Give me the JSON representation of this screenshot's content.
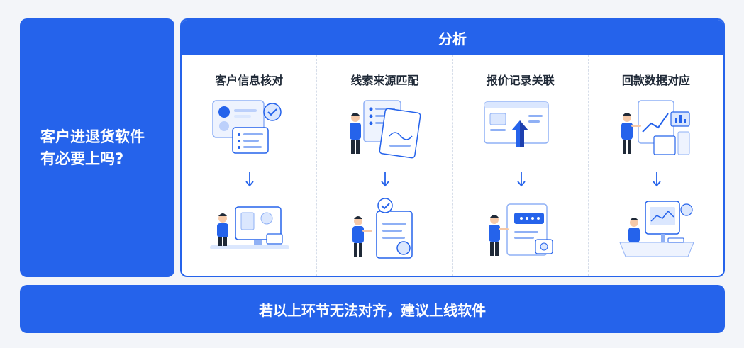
{
  "left_panel": {
    "title_line1": "客户进退货软件",
    "title_line2": "有必要上吗?"
  },
  "analysis": {
    "header": "分析",
    "columns": [
      {
        "title": "客户信息核对",
        "top_icon": "profile-cards-icon",
        "bottom_icon": "person-at-monitor-icon"
      },
      {
        "title": "线索来源匹配",
        "top_icon": "person-with-documents-icon",
        "bottom_icon": "person-with-checked-document-icon"
      },
      {
        "title": "报价记录关联",
        "top_icon": "browser-with-upload-arrow-icon",
        "bottom_icon": "person-with-chat-bubble-icon"
      },
      {
        "title": "回款数据对应",
        "top_icon": "person-presenting-chart-icon",
        "bottom_icon": "person-at-desk-with-chart-icon"
      }
    ]
  },
  "bottom_banner": {
    "text": "若以上环节无法对齐，建议上线软件"
  },
  "colors": {
    "primary": "#2563eb",
    "light_blue": "#dbe7fe",
    "mid_blue": "#8fb0f5",
    "skin": "#f6c9a8"
  }
}
